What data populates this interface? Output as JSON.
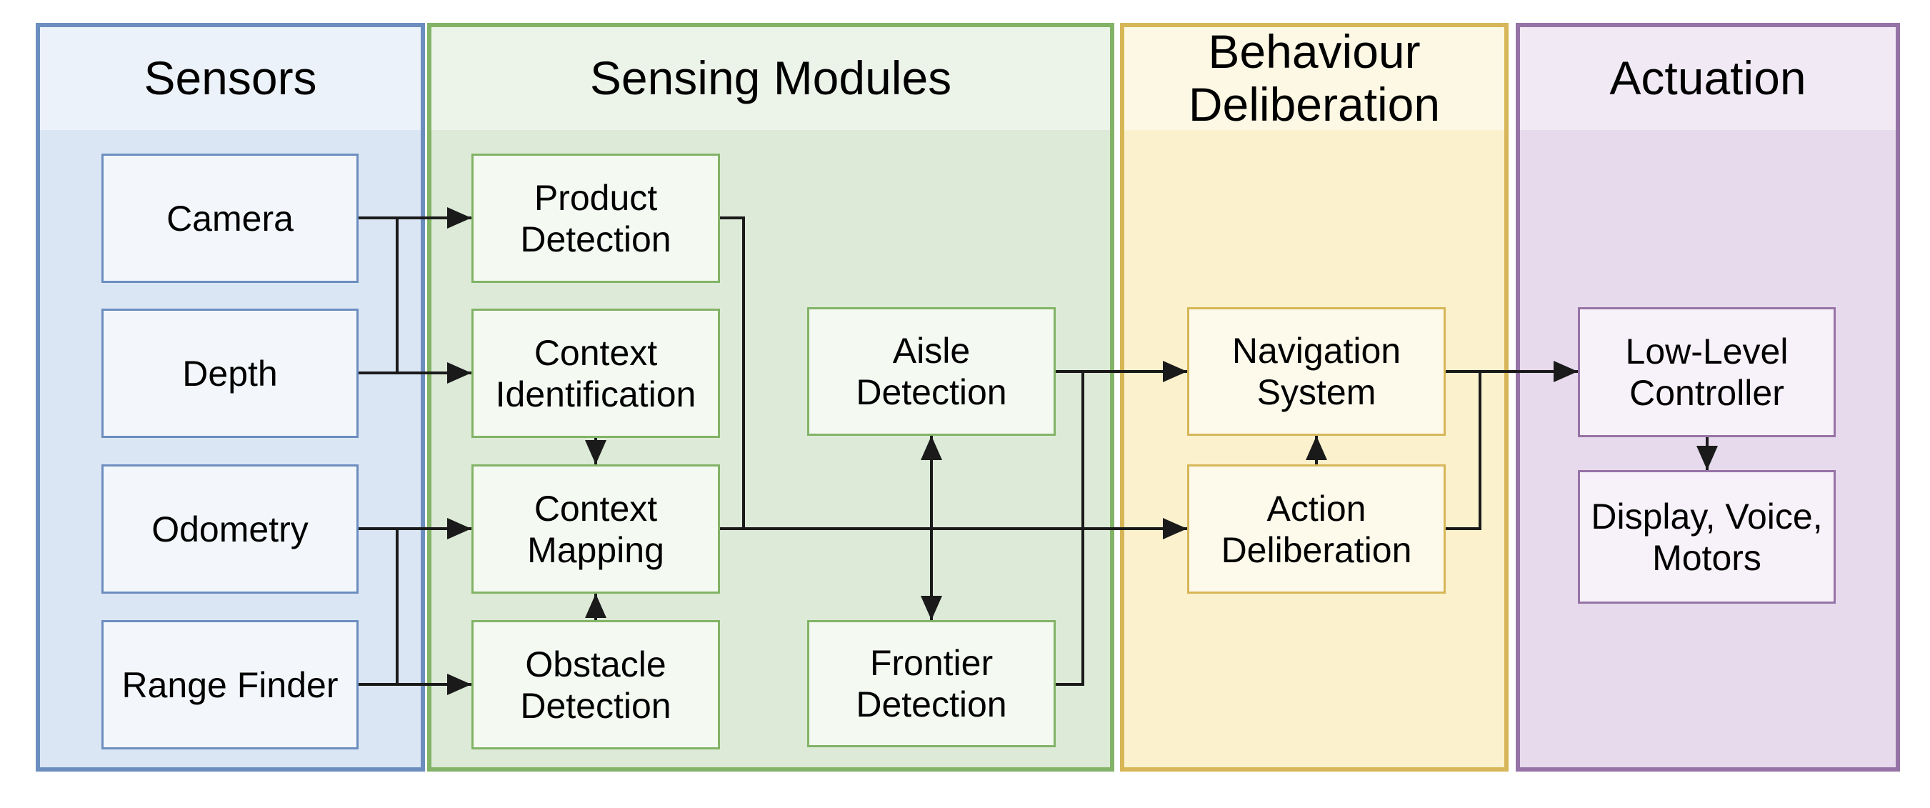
{
  "diagram": {
    "type": "flowchart",
    "line_color": "#1a1a1a",
    "text_color": "#000000",
    "columns": [
      {
        "id": "sensors",
        "title": "Sensors",
        "colors": {
          "border": "#6c8ebf",
          "header_fill": "#ecf2fa",
          "body_fill": "#dbe6f5",
          "box_fill": "#f3f7fc"
        },
        "boxes": [
          {
            "label": "Camera"
          },
          {
            "label": "Depth"
          },
          {
            "label": "Odometry"
          },
          {
            "label": "Range Finder"
          }
        ]
      },
      {
        "id": "sensing-modules",
        "title": "Sensing Modules",
        "colors": {
          "border": "#82b366",
          "header_fill": "#ecf4ea",
          "body_fill": "#dcead7",
          "box_fill": "#f4f9f2"
        },
        "boxes": [
          {
            "label": "Product\nDetection"
          },
          {
            "label": "Context\nIdentification"
          },
          {
            "label": "Context\nMapping"
          },
          {
            "label": "Obstacle\nDetection"
          },
          {
            "label": "Aisle\nDetection"
          },
          {
            "label": "Frontier\nDetection"
          }
        ]
      },
      {
        "id": "behaviour-deliberation",
        "title": "Behaviour\nDeliberation",
        "colors": {
          "border": "#d6b656",
          "header_fill": "#fdf8e4",
          "body_fill": "#fcf1cd",
          "box_fill": "#fdfaeb"
        },
        "boxes": [
          {
            "label": "Navigation\nSystem"
          },
          {
            "label": "Action\nDeliberation"
          }
        ]
      },
      {
        "id": "actuation",
        "title": "Actuation",
        "colors": {
          "border": "#9673a6",
          "header_fill": "#f1eaf5",
          "body_fill": "#e6daec",
          "box_fill": "#f7f1f9"
        },
        "boxes": [
          {
            "label": "Low-Level\nController"
          },
          {
            "label": "Display, Voice,\nMotors"
          }
        ]
      }
    ],
    "edges": [
      {
        "from": "Camera",
        "to": "Product Detection",
        "style": "arrow"
      },
      {
        "from": "Depth",
        "to": "Context Identification",
        "style": "arrow",
        "note": "trunk shared with Camera via vertical branch"
      },
      {
        "from": "Odometry",
        "to": "Context Mapping",
        "style": "arrow",
        "note": "trunk shared with Range Finder via vertical branch"
      },
      {
        "from": "Range Finder",
        "to": "Obstacle Detection",
        "style": "arrow"
      },
      {
        "from": "Context Identification",
        "to": "Context Mapping",
        "style": "arrow"
      },
      {
        "from": "Obstacle Detection",
        "to": "Context Mapping",
        "style": "arrow"
      },
      {
        "from": "Product Detection",
        "to": "Action Deliberation",
        "style": "line merging into Context Mapping output"
      },
      {
        "from": "Context Mapping",
        "to": "Action Deliberation",
        "style": "arrow"
      },
      {
        "from": "Aisle Detection",
        "to": "Frontier Detection",
        "style": "double-headed arrow"
      },
      {
        "from": "Aisle Detection",
        "to": "Navigation System",
        "style": "arrow"
      },
      {
        "from": "Frontier Detection",
        "to": "Navigation System",
        "style": "line merging into Aisle Detection output"
      },
      {
        "from": "Action Deliberation",
        "to": "Navigation System",
        "style": "arrow"
      },
      {
        "from": "Navigation System",
        "to": "Low-Level Controller",
        "style": "arrow"
      },
      {
        "from": "Action Deliberation",
        "to": "Low-Level Controller",
        "style": "line merging into Navigation System output"
      },
      {
        "from": "Low-Level Controller",
        "to": "Display, Voice, Motors",
        "style": "arrow"
      }
    ]
  }
}
